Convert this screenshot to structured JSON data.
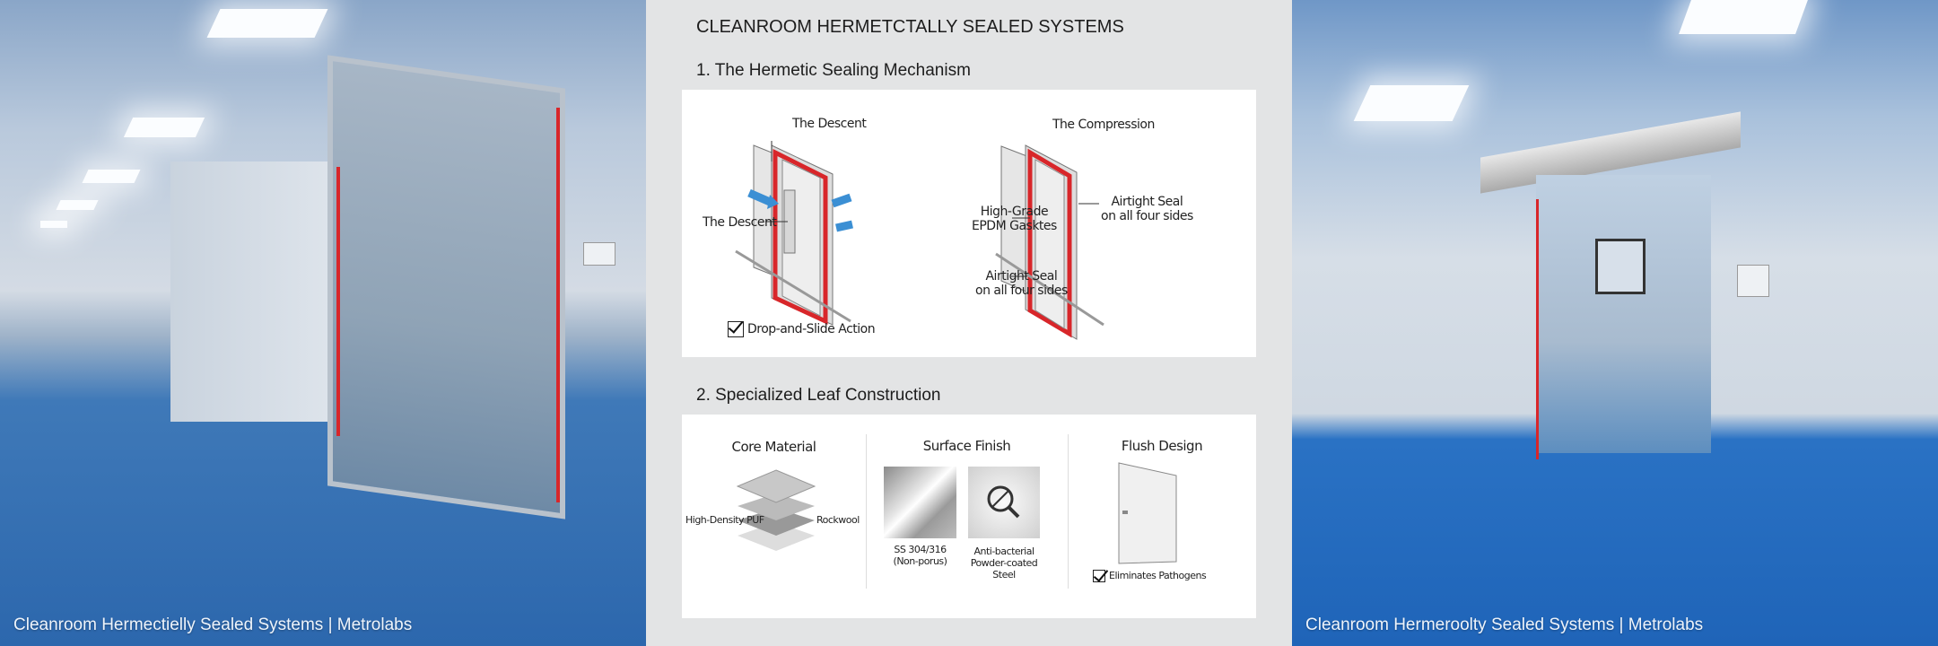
{
  "left_photo": {
    "caption": "Cleanroom Hermectielly Sealed Systems | Metrolabs"
  },
  "right_photo": {
    "caption": "Cleanroom Hermeroolty Sealed Systems | Metrolabs"
  },
  "infographic": {
    "title": "CLEANROOM HERMETCTALLY SEALED SYSTEMS",
    "section1": {
      "heading": "1. The Hermetic Sealing Mechanism",
      "left_diagram": {
        "top_label": "The Descent",
        "side_label": "The Descent",
        "check_label": "Drop-and-Slide Action"
      },
      "right_diagram": {
        "top_label": "The Compression",
        "gasket_label_1": "High-Grade",
        "gasket_label_2": "EPDM Gasktes",
        "seal_right_1": "Airtight Seal",
        "seal_right_2": "on all four sides",
        "seal_bottom_1": "Airtight Seal",
        "seal_bottom_2": "on all four sides"
      }
    },
    "section2": {
      "heading": "2. Specialized Leaf Construction",
      "core": {
        "title": "Core Material",
        "left_label": "High-Density PUF",
        "right_label": "Rockwool"
      },
      "surface": {
        "title": "Surface Finish",
        "ss_1": "SS 304/316",
        "ss_2": "(Non-porus)",
        "ab_1": "Anti-bacterial",
        "ab_2": "Powder-coated",
        "ab_3": "Steel"
      },
      "flush": {
        "title": "Flush Design",
        "check_label": "Eliminates Pathogens"
      }
    }
  },
  "colors": {
    "seal": "#d8262a",
    "arrow": "#3b8fd4",
    "floor": "#2a6db8"
  }
}
